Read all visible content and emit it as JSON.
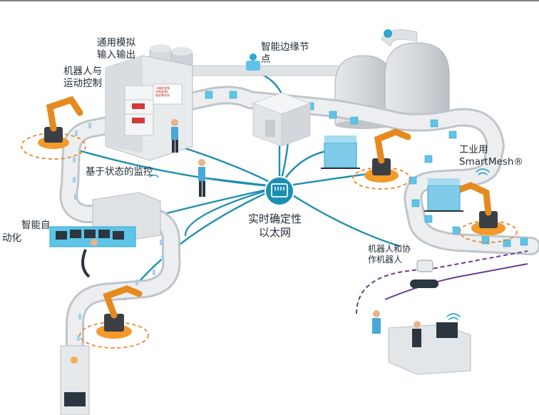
{
  "labels": {
    "analog_io": "通用模拟\n输入输出",
    "edge_node": "智能边缘节\n点",
    "robotics_motion": "机器人与\n运动控制",
    "state_monitoring": "基于状态的监控",
    "intelligent_automation_1": "智能自",
    "intelligent_automation_2": "动化",
    "ethernet": "实时确定性\n以太网",
    "smartmesh": "工业用\nSmartMesh®",
    "cobots": "机器人和协\n作机器人",
    "plc_sign": "可编程逻辑\n控制器/数\n据采集系统"
  },
  "colors": {
    "network_line": "#1f8fb0",
    "hub": "#1a8fb3",
    "conveyor": "#d9dde1",
    "box": "#5ec4e8",
    "robot_arm": "#e58a1f",
    "robot_base": "#f39a2b",
    "dashed_ring": "#e8872a",
    "machine": "#e4e7ea",
    "tank": "#d2d6da",
    "purple_line": "#6c3a94"
  },
  "icons": [
    "ethernet-hub-icon",
    "wifi-icon",
    "robot-arm-icon",
    "person-icon",
    "storage-tank-icon",
    "computer-desk-icon"
  ]
}
